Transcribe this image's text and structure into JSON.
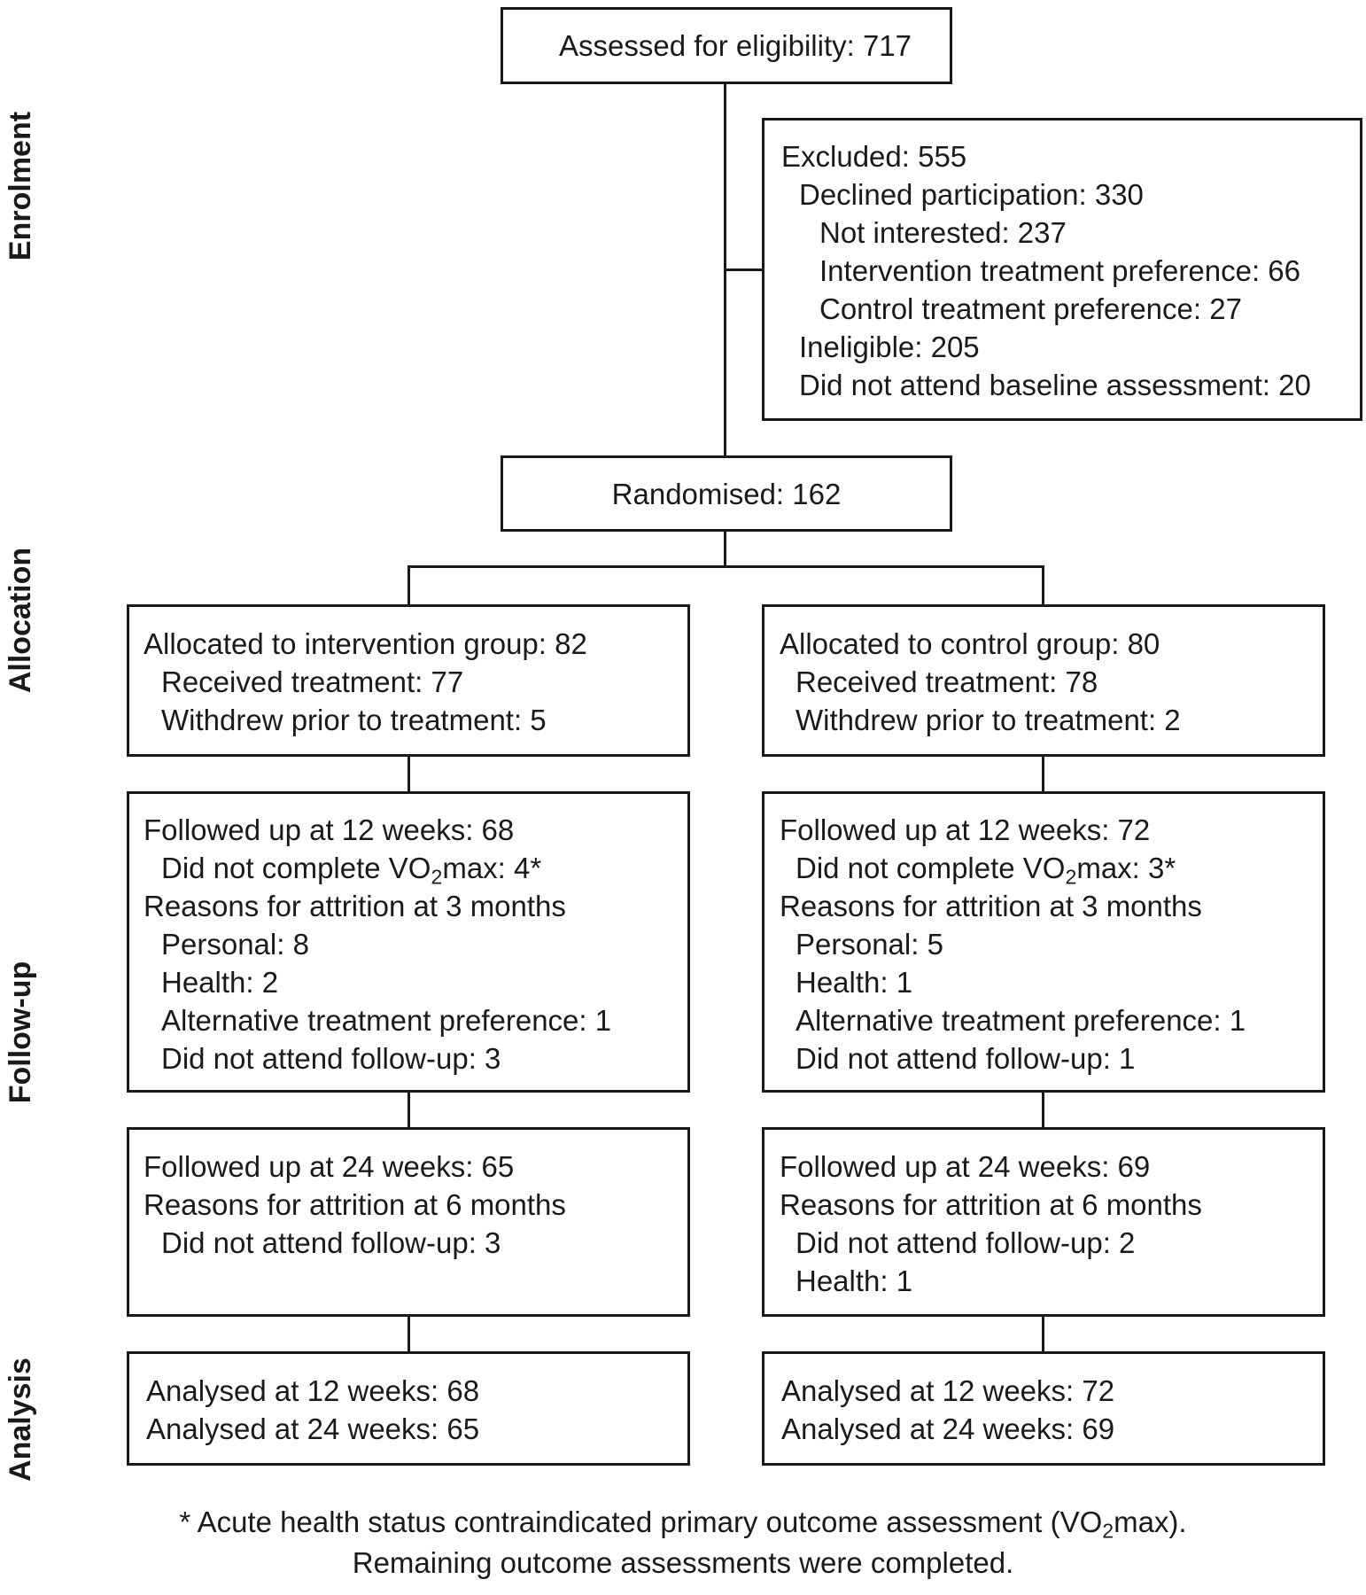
{
  "stages": {
    "enrolment": "Enrolment",
    "allocation": "Allocation",
    "followup": "Follow-up",
    "analysis": "Analysis"
  },
  "assessed": "Assessed for eligibility: 717",
  "excluded": {
    "title": "Excluded:  555",
    "declined": "Declined participation: 330",
    "not_interested": "Not interested: 237",
    "intervention_pref": "Intervention treatment preference: 66",
    "control_pref": "Control treatment preference: 27",
    "ineligible": "Ineligible: 205",
    "no_baseline": "Did not attend baseline assessment: 20"
  },
  "randomised": "Randomised: 162",
  "intervention": {
    "allocated": "Allocated to intervention group: 82",
    "received": "Received treatment: 77",
    "withdrew": "Withdrew prior to treatment: 5",
    "fu12": {
      "title": "Followed up at 12 weeks: 68",
      "vo2_pre": "Did not complete VO",
      "vo2_sub": "2",
      "vo2_post": "max: 4*",
      "reasons": "Reasons for attrition at 3 months",
      "personal": "Personal: 8",
      "health": "Health: 2",
      "alt_pref": "Alternative treatment preference: 1",
      "no_fu": "Did not attend follow-up: 3"
    },
    "fu24": {
      "title": "Followed up at 24 weeks: 65",
      "reasons": "Reasons for attrition at 6 months",
      "no_fu": "Did not attend follow-up: 3"
    },
    "analysis": {
      "a12": "Analysed at 12 weeks: 68",
      "a24": "Analysed at 24 weeks: 65"
    }
  },
  "control": {
    "allocated": "Allocated to control group: 80",
    "received": "Received treatment: 78",
    "withdrew": "Withdrew prior to treatment: 2",
    "fu12": {
      "title": "Followed up at 12 weeks: 72",
      "vo2_pre": "Did not complete VO",
      "vo2_sub": "2",
      "vo2_post": "max: 3*",
      "reasons": "Reasons for attrition at 3 months",
      "personal": "Personal: 5",
      "health": "Health: 1",
      "alt_pref": "Alternative treatment preference: 1",
      "no_fu": "Did not attend follow-up: 1"
    },
    "fu24": {
      "title": "Followed up at 24 weeks: 69",
      "reasons": "Reasons for attrition at 6 months",
      "no_fu": "Did not attend follow-up: 2",
      "health": "Health: 1"
    },
    "analysis": {
      "a12": "Analysed at 12 weeks: 72",
      "a24": "Analysed at 24 weeks: 69"
    }
  },
  "footnote": {
    "line1_pre": "* Acute health status contraindicated primary outcome assessment (VO",
    "line1_sub": "2",
    "line1_post": "max).",
    "line2": "Remaining outcome assessments were completed."
  }
}
